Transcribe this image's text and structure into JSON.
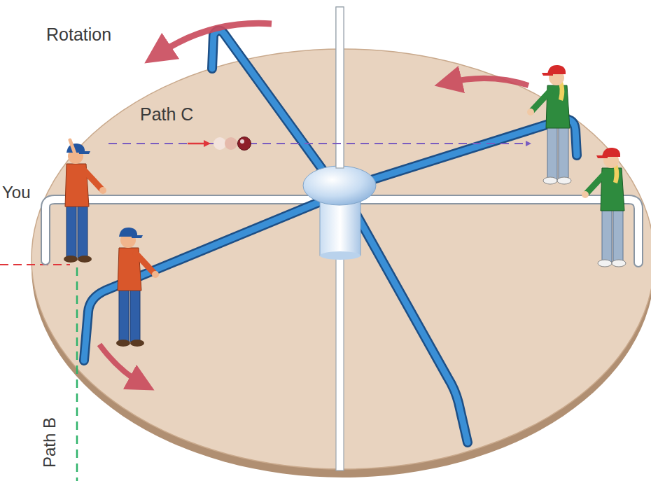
{
  "diagram": {
    "labels": [
      "Rotation",
      "Path C",
      "You",
      "Path B"
    ]
  }
}
